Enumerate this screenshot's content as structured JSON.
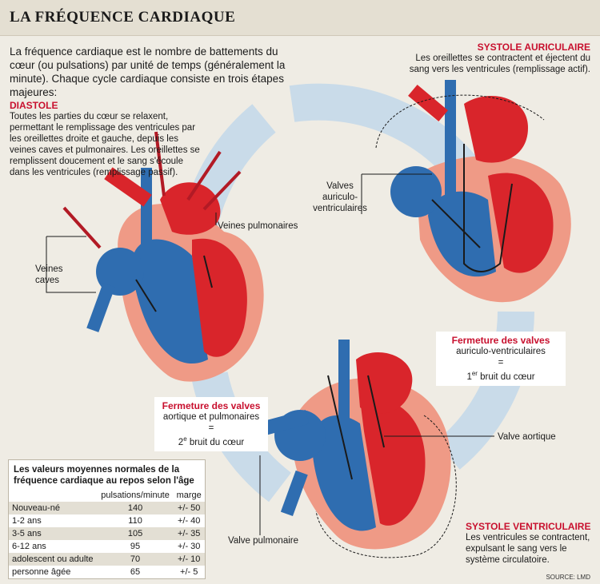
{
  "title": "LA FRÉQUENCE CARDIAQUE",
  "intro": "La fréquence cardiaque est le nombre de battements du cœur (ou pulsations) par unité de temps (généralement la minute). Chaque cycle cardiaque consiste en trois étapes majeures:",
  "diastole": {
    "heading": "DIASTOLE",
    "text": "Toutes les parties du cœur se relaxent, permettant le remplissage des ventricules par les oreillettes droite et gauche, depuis les veines caves et pulmonaires. Les oreillettes se remplissent doucement et le sang s'écoule dans les ventricules (remplissage passif)."
  },
  "systole_auriculaire": {
    "heading": "SYSTOLE AURICULAIRE",
    "text": "Les oreillettes se contractent et éjectent du sang vers les ventricules (remplissage actif)."
  },
  "systole_ventriculaire": {
    "heading": "SYSTOLE VENTRICULAIRE",
    "text": "Les ventricules se contractent, expulsant le sang vers le système circulatoire."
  },
  "labels": {
    "veines_pulmonaires": "Veines pulmonaires",
    "veines_caves": "Veines caves",
    "valves_av": "Valves auriculo-ventriculaires",
    "valve_aortique": "Valve aortique",
    "valve_pulmonaire": "Valve pulmonaire"
  },
  "box1": {
    "heading": "Fermeture des valves",
    "line1": "auriculo-ventriculaires",
    "eq": "=",
    "num": "1",
    "sup": "er",
    "rest": " bruit du cœur"
  },
  "box2": {
    "heading": "Fermeture des valves",
    "line1": "aortique et pulmonaires",
    "eq": "=",
    "num": "2",
    "sup": "e",
    "rest": " bruit du cœur"
  },
  "table": {
    "title": "Les valeurs moyennes normales de la fréquence cardiaque au repos selon l'âge",
    "col1": "pulsations/minute",
    "col2": "marge",
    "rows": [
      {
        "age": "Nouveau-né",
        "bpm": "140",
        "margin": "+/- 50"
      },
      {
        "age": "1-2 ans",
        "bpm": "110",
        "margin": "+/- 40"
      },
      {
        "age": "3-5 ans",
        "bpm": "105",
        "margin": "+/- 35"
      },
      {
        "age": "6-12 ans",
        "bpm": "95",
        "margin": "+/- 30"
      },
      {
        "age": "adolescent ou adulte",
        "bpm": "70",
        "margin": "+/- 10"
      },
      {
        "age": "personne âgée",
        "bpm": "65",
        "margin": "+/- 5"
      }
    ]
  },
  "source": "SOURCE: LMD",
  "colors": {
    "red": "#c8102e",
    "heart_red": "#d9252b",
    "heart_blue": "#2f6db0",
    "muscle": "#ef9a86",
    "cycle": "#c9dbe9"
  }
}
